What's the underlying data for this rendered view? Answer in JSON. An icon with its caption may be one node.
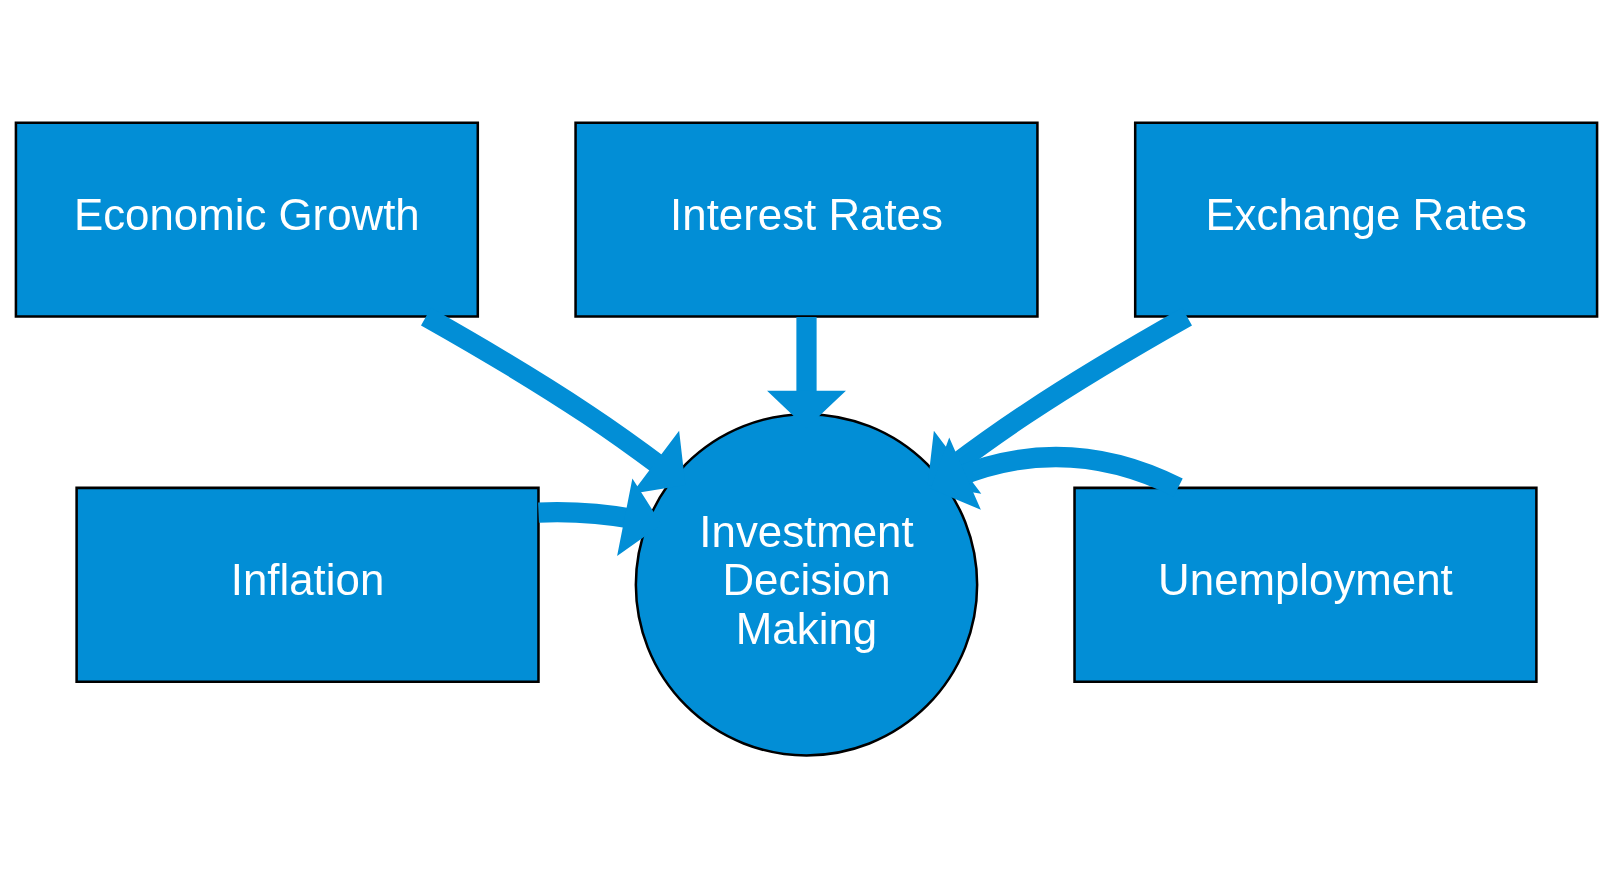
{
  "diagram": {
    "nodes": [
      {
        "text": [
          "Economic Growth"
        ]
      },
      {
        "text": [
          "Interest Rates"
        ]
      },
      {
        "text": [
          "Exchange Rates"
        ]
      },
      {
        "text": [
          "Investment Decision Making"
        ]
      },
      {
        "text": [
          "Inflation"
        ]
      },
      {
        "text": [
          "Unemployment"
        ]
      }
    ],
    "edges": [
      {
        "from": 0,
        "to": 3,
        "arrow": "to"
      },
      {
        "from": 1,
        "to": 3,
        "arrow": "to"
      },
      {
        "from": 2,
        "to": 3,
        "arrow": "to"
      },
      {
        "from": 4,
        "to": 3,
        "arrow": "to"
      },
      {
        "from": 5,
        "to": 3,
        "arrow": "to"
      }
    ]
  }
}
